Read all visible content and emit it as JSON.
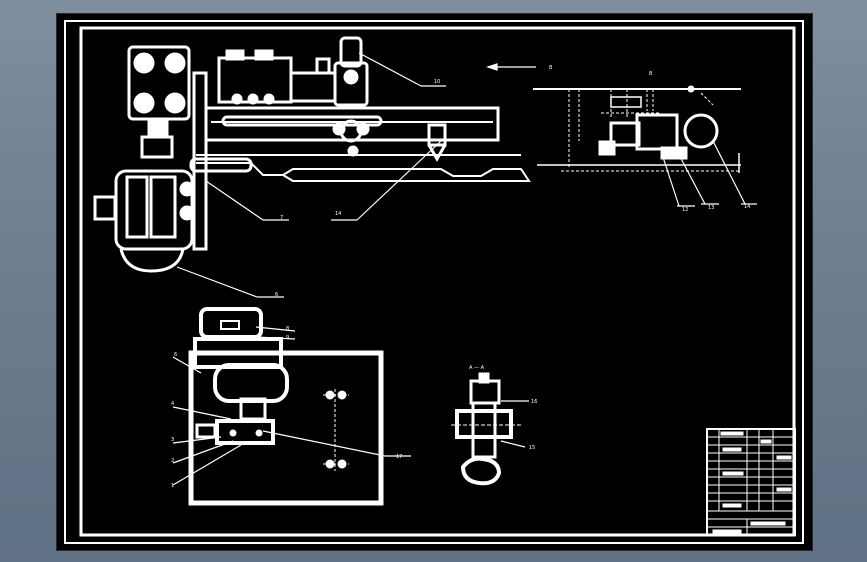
{
  "drawing": {
    "labels": {
      "l1": "1",
      "l2": "2",
      "l3": "3",
      "l4": "4",
      "l6": "6",
      "l7": "7",
      "l8": "8",
      "l9": "9",
      "l10": "10",
      "l12": "12",
      "l13": "13",
      "l14a": "14",
      "l14b": "14",
      "l15": "15",
      "l16": "16",
      "l17": "17",
      "arrowLetter": "B",
      "viewB": "B",
      "viewA": "A — A"
    }
  }
}
